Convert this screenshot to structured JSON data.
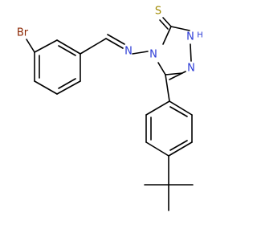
{
  "molecule": {
    "atoms": {
      "br": {
        "text": "Br",
        "color": "#8b2500"
      },
      "imine_n": {
        "text": "N",
        "color": "#2b3bd6"
      },
      "ring_n4": {
        "text": "N",
        "color": "#2b3bd6"
      },
      "ring_n1": {
        "text": "N",
        "color": "#2b3bd6"
      },
      "ring_n2": {
        "text": "N",
        "color": "#2b3bd6"
      },
      "ring_n1_h": {
        "text": "H",
        "color": "#2b3bd6"
      },
      "thione_s": {
        "text": "S",
        "color": "#a08a00"
      }
    }
  }
}
